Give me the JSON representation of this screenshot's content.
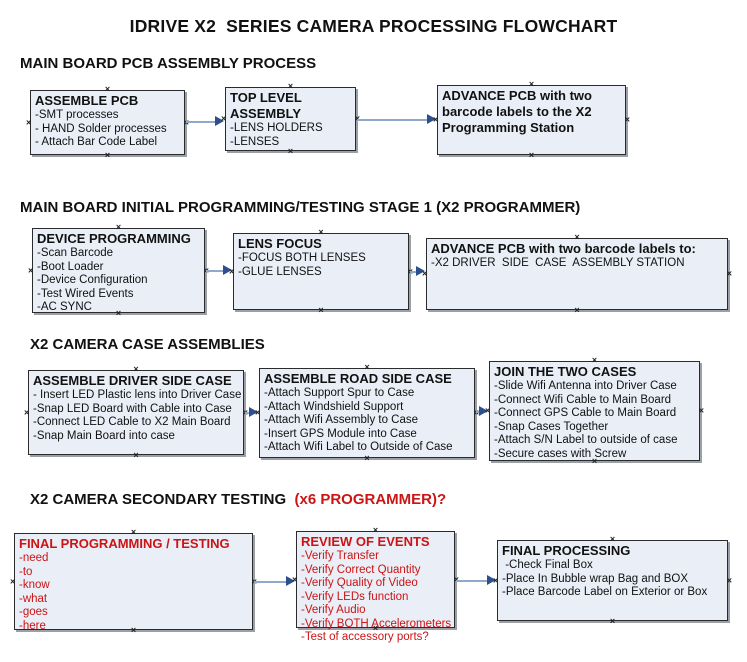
{
  "page": {
    "title": "IDRIVE X2  SERIES CAMERA PROCESSING FLOWCHART"
  },
  "icons": {
    "handle": "×"
  },
  "colors": {
    "box_fill": "#e9eef7",
    "box_border": "#2b2b2b",
    "box_shadow": "#9aa0a6",
    "arrow_line": "#8ea9c9",
    "arrow_head": "#2d4f8e",
    "accent_red": "#cc1414",
    "text_black": "#111111",
    "background": "#ffffff"
  },
  "sections": [
    {
      "header": "MAIN BOARD PCB ASSEMBLY PROCESS",
      "boxes": [
        {
          "title": "ASSEMBLE PCB",
          "lines": [
            "-SMT processes",
            "- HAND Solder processes",
            "- Attach Bar Code Label"
          ]
        },
        {
          "title": "TOP LEVEL ASSEMBLY",
          "lines": [
            "-LENS HOLDERS",
            "-LENSES"
          ]
        },
        {
          "title": "ADVANCE PCB with two barcode labels to the X2 Programming Station",
          "lines": []
        }
      ]
    },
    {
      "header": "MAIN BOARD INITIAL PROGRAMMING/TESTING STAGE 1 (X2 PROGRAMMER)",
      "boxes": [
        {
          "title": "DEVICE PROGRAMMING",
          "lines": [
            "-Scan Barcode",
            "-Boot Loader",
            "-Device Configuration",
            "-Test Wired Events",
            "-AC SYNC"
          ]
        },
        {
          "title": "LENS FOCUS",
          "lines": [
            "-FOCUS BOTH LENSES",
            "-GLUE LENSES"
          ]
        },
        {
          "title": "ADVANCE PCB with two barcode labels to:",
          "lines": [
            "-X2 DRIVER  SIDE  CASE  ASSEMBLY STATION"
          ]
        }
      ]
    },
    {
      "header": "X2 CAMERA CASE ASSEMBLIES",
      "boxes": [
        {
          "title": "ASSEMBLE DRIVER SIDE CASE",
          "lines": [
            "- Insert LED Plastic lens into Driver Case",
            "-Snap LED Board with Cable into Case",
            "-Connect LED Cable to X2 Main Board",
            "-Snap Main Board into case"
          ]
        },
        {
          "title": "ASSEMBLE ROAD SIDE CASE",
          "lines": [
            "-Attach Support Spur to Case",
            "-Attach Windshield Support",
            "-Attach Wifi Assembly to Case",
            "-Insert GPS Module into Case",
            "-Attach Wifi Label to Outside of Case"
          ]
        },
        {
          "title": "JOIN THE TWO CASES",
          "lines": [
            "-Slide Wifi Antenna into Driver Case",
            "-Connect Wifi Cable to Main Board",
            "-Connect GPS Cable to Main Board",
            "-Snap Cases Together",
            "-Attach S/N Label to outside of case",
            "-Secure cases with Screw"
          ]
        }
      ]
    },
    {
      "header": "X2 CAMERA SECONDARY TESTING  ",
      "header_accent": "(x6 PROGRAMMER)?",
      "boxes": [
        {
          "title": "FINAL PROGRAMMING / TESTING",
          "lines": [
            "-need",
            "-to",
            "-know",
            "-what",
            "-goes",
            "-here"
          ]
        },
        {
          "title": "REVIEW OF EVENTS",
          "lines": [
            "-Verify Transfer",
            "-Verify Correct Quantity",
            "-Verify Quality of Video",
            "-Verify LEDs function",
            "-Verify Audio",
            "-Verify BOTH Accelerometers",
            "-Test of accessory ports?"
          ]
        },
        {
          "title": "FINAL PROCESSING",
          "lines": [
            " -Check Final Box",
            "-Place In Bubble wrap Bag and BOX",
            "-Place Barcode Label on Exterior or Box"
          ]
        }
      ]
    }
  ]
}
